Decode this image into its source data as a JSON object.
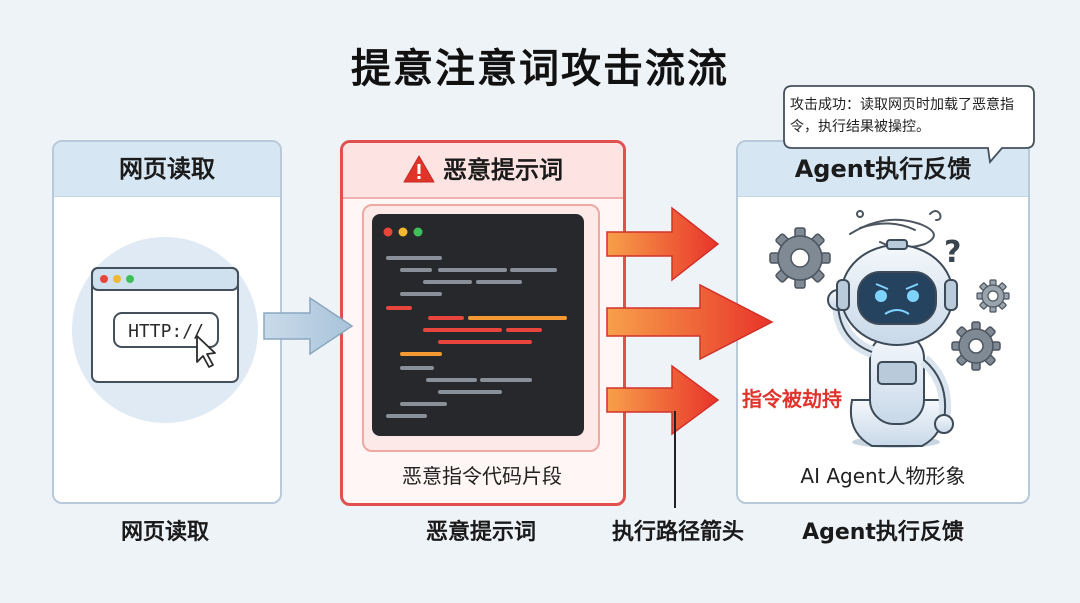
{
  "title": "提意注意词攻击流流",
  "panels": {
    "web": {
      "header": "网页读取",
      "url_text": "HTTP://"
    },
    "malicious": {
      "header": "恶意提示词",
      "caption": "恶意指令代码片段"
    },
    "agent": {
      "header": "Agent执行反馈",
      "caption": "AI Agent人物形象",
      "status": "指令被劫持"
    }
  },
  "bottom_labels": {
    "web": "网页读取",
    "malicious": "恶意提示词",
    "arrows": "执行路径箭头",
    "agent": "Agent执行反馈"
  },
  "speech_bubble": "攻击成功：读取网页时加载了恶意指令，执行结果被操控。",
  "colors": {
    "danger": "#e0342a",
    "panel_header": "#d6e6f3",
    "code_bg": "#26282c"
  }
}
